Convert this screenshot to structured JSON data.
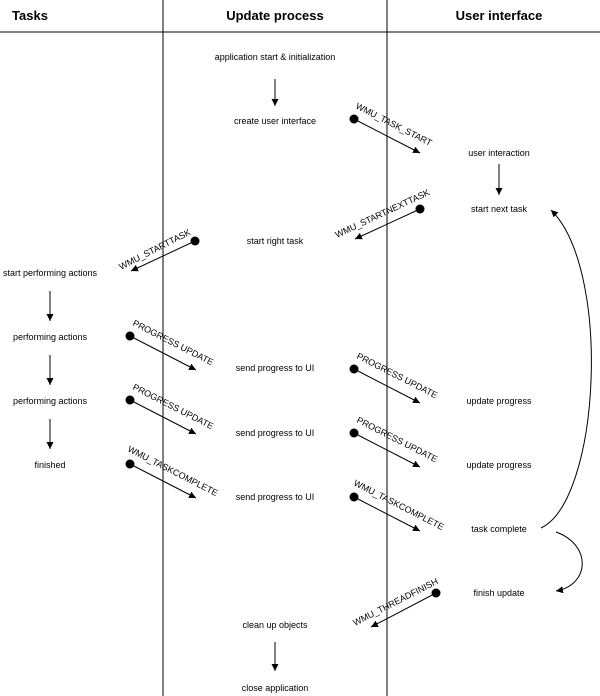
{
  "columns": [
    "Tasks",
    "Update process",
    "User interface"
  ],
  "nodes": {
    "app_start": "application start & initialization",
    "create_ui": "create user interface",
    "user_interaction": "user interaction",
    "start_next_task": "start next task",
    "start_right_task": "start right task",
    "start_performing": "start performing actions",
    "performing_1": "performing actions",
    "performing_2": "performing actions",
    "finished": "finished",
    "send_progress_1": "send progress to UI",
    "send_progress_2": "send progress to UI",
    "send_progress_3": "send progress to UI",
    "update_progress_1": "update progress",
    "update_progress_2": "update progress",
    "task_complete": "task complete",
    "finish_update": "finish update",
    "clean_up": "clean up objects",
    "close_app": "close application"
  },
  "messages": {
    "task_start": "WMU_TASK_START",
    "startnexttask": "WMU_STARTNEXTTASK",
    "starttask": "WMU_STARTTASK",
    "progress_task_1": "PROGRESS UPDATE",
    "progress_task_2": "PROGRESS UPDATE",
    "taskcomplete_task": "WMU_TASKCOMPLETE",
    "progress_ui_1": "PROGRESS UPDATE",
    "progress_ui_2": "PROGRESS UPDATE",
    "taskcomplete_ui": "WMU_TASKCOMPLETE",
    "threadfinish": "WMU_THREADFINISH"
  }
}
